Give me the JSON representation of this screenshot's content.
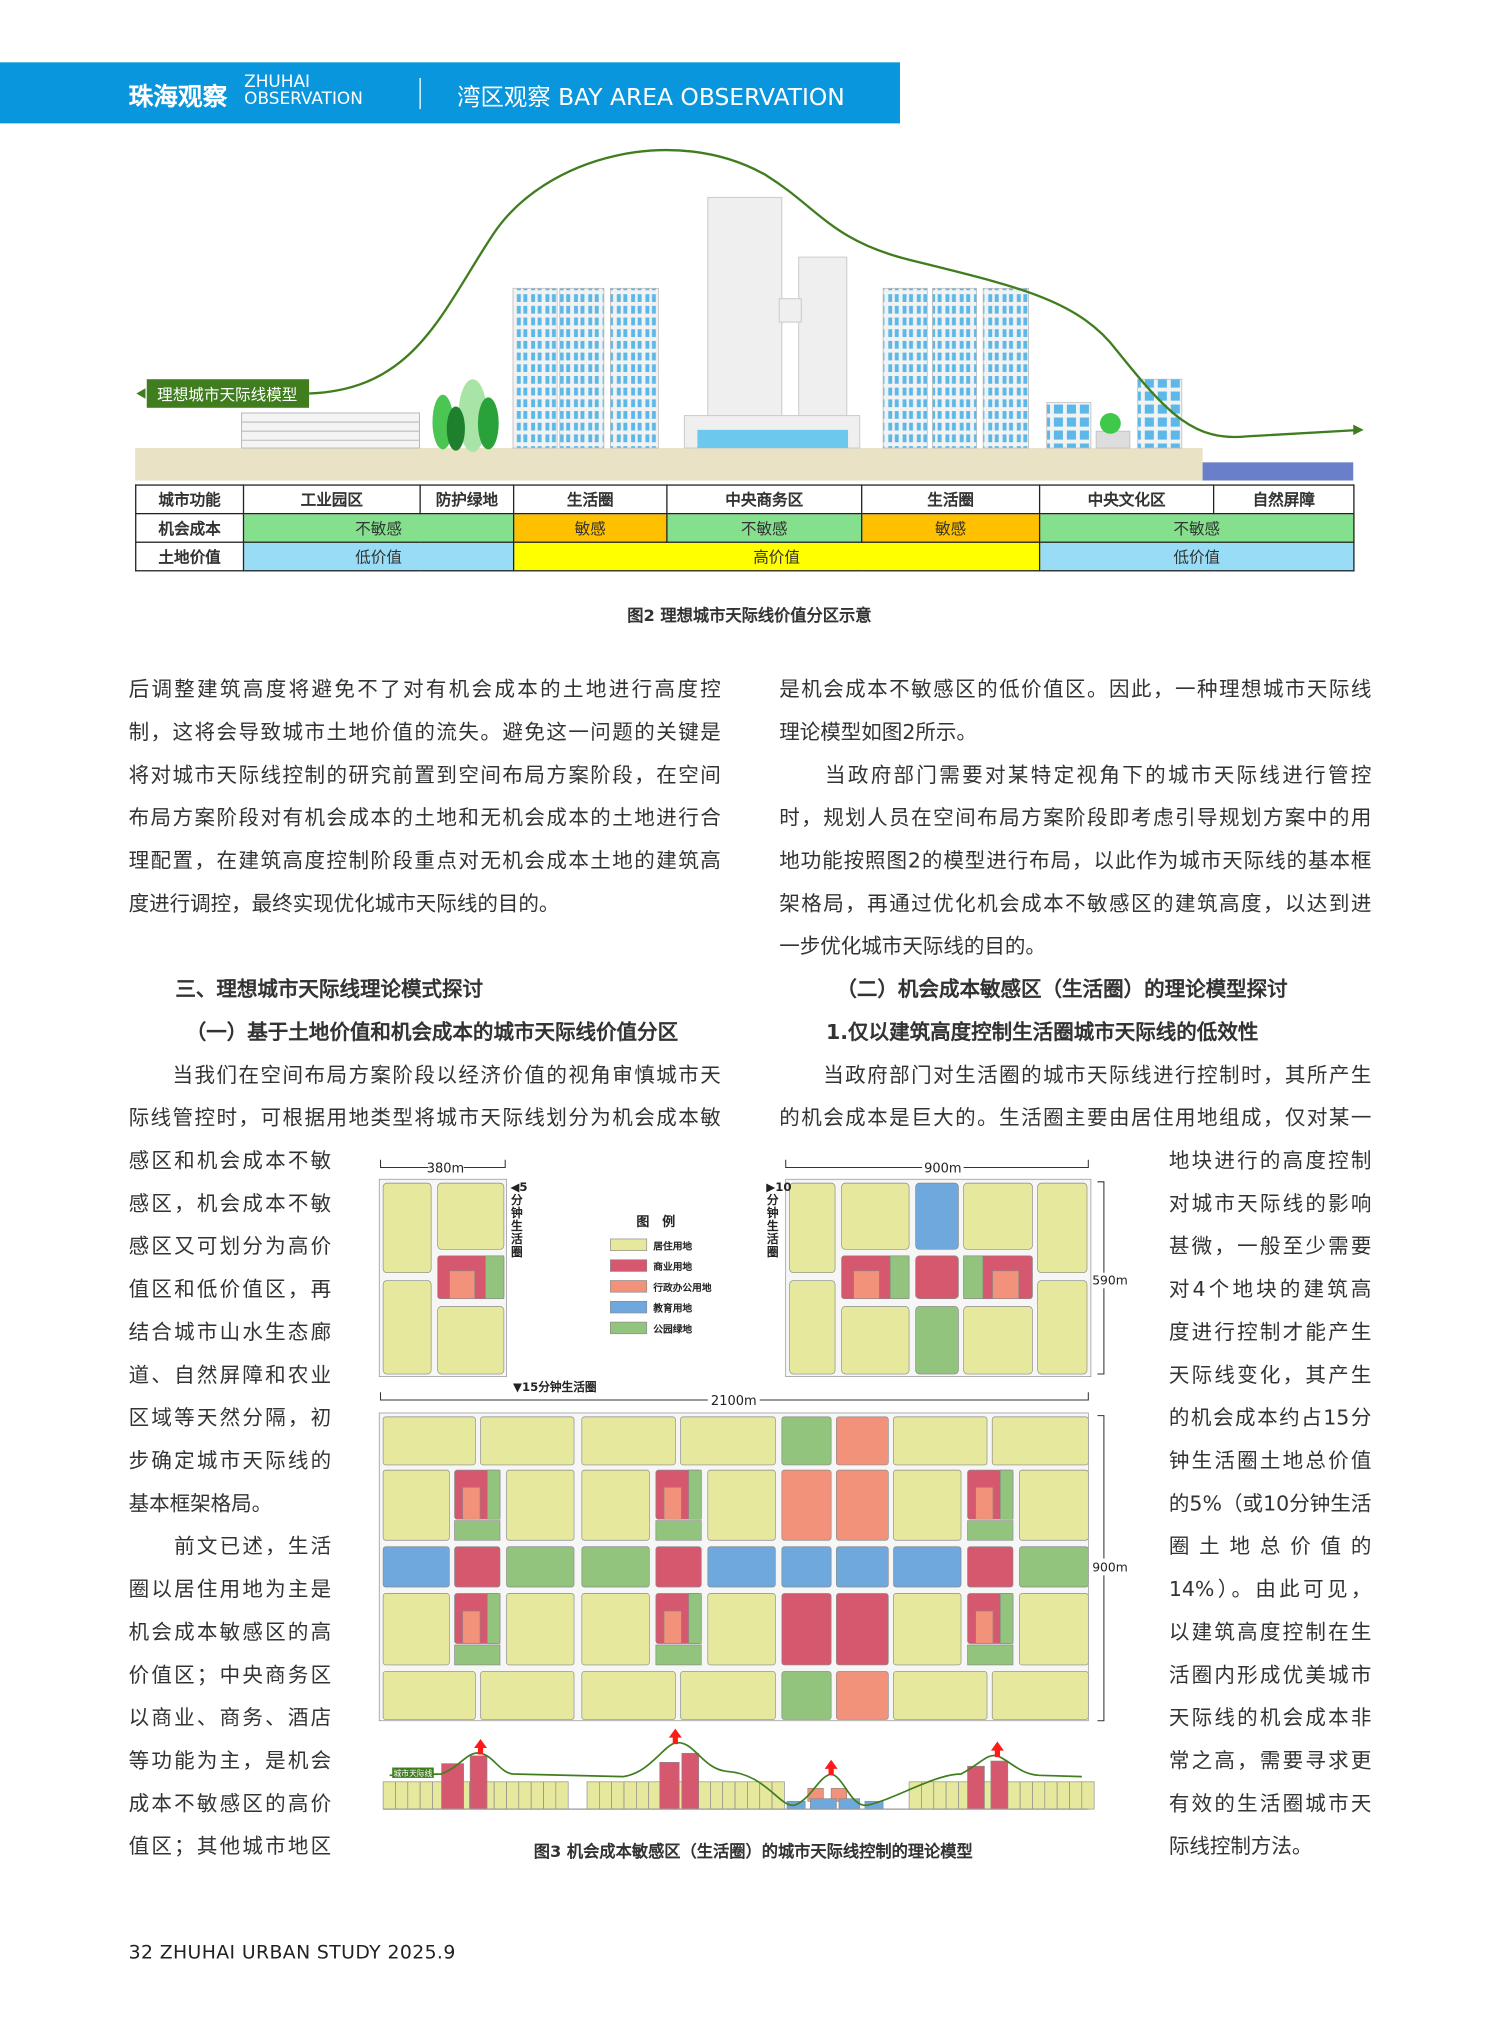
{
  "header": {
    "brand_cn": "珠海观察",
    "brand_en_1": "ZHUHAI",
    "brand_en_2": "OBSERVATION",
    "section": "湾区观察 BAY AREA OBSERVATION"
  },
  "fig2": {
    "curve_label": "理想城市天际线模型",
    "row_functions": {
      "head": "城市功能",
      "cells": [
        "工业园区",
        "防护绿地",
        "生活圈",
        "中央商务区",
        "生活圈",
        "中央文化区",
        "自然屏障"
      ]
    },
    "row_cost": {
      "head": "机会成本",
      "cells": [
        "不敏感",
        "敏感",
        "不敏感",
        "敏感",
        "不敏感"
      ]
    },
    "row_value": {
      "head": "土地价值",
      "cells": [
        "低价值",
        "高价值",
        "低价值"
      ]
    },
    "colors": {
      "insensitive": "#85e08d",
      "sensitive": "#ffc000",
      "low": "#99dcf5",
      "high": "#ffff00",
      "ground": "#e9e2c5",
      "water": "#6a7fca",
      "curve": "#3f7d1e"
    },
    "caption": "图2 理想城市天际线价值分区示意"
  },
  "fig3": {
    "dim_380": "380m",
    "dim_900_top": "900m",
    "dim_590": "590m",
    "dim_2100": "2100m",
    "dim_900_side": "900m",
    "circle_5": "◀5分钟生活圈",
    "circle_10": "▶10分钟生活圈",
    "circle_15": "▼15分钟生活圈",
    "legend_title": "图　例",
    "legend": [
      {
        "label": "居住用地",
        "color": "#e6e89e"
      },
      {
        "label": "商业用地",
        "color": "#d6586f"
      },
      {
        "label": "行政办公用地",
        "color": "#f3927a"
      },
      {
        "label": "教育用地",
        "color": "#6fa8dc"
      },
      {
        "label": "公园绿地",
        "color": "#93c47d"
      }
    ],
    "skyline_label": "城市天际线",
    "caption": "图3 机会成本敏感区（生活圈）的城市天际线控制的理论模型"
  },
  "body": {
    "left_top": [
      "后调整建筑高度将避免不了对有机会成本的土地进行高度控",
      "制，这将会导致城市土地价值的流失。避免这一问题的关键是",
      "将对城市天际线控制的研究前置到空间布局方案阶段，在空间",
      "布局方案阶段对有机会成本的土地和无机会成本的土地进行合",
      "理配置，在建筑高度控制阶段重点对无机会成本土地的建筑高",
      "度进行调控，最终实现优化城市天际线的目的。"
    ],
    "left_heading": "三、理想城市天际线理论模式探讨",
    "left_subheading": "（一）基于土地价值和机会成本的城市天际线价值分区",
    "left_para": [
      "　　当我们在空间布局方案阶段以经济价值的视角审慎城市天",
      "际线管控时，可根据用地类型将城市天际线划分为机会成本敏"
    ],
    "left_narrow": [
      "感区和机会成本不敏",
      "感区，机会成本不敏",
      "感区又可划分为高价",
      "值区和低价值区，再",
      "结合城市山水生态廊",
      "道、自然屏障和农业",
      "区域等天然分隔，初",
      "步确定城市天际线的",
      "基本框架格局。",
      "　　前文已述，生活",
      "圈以居住用地为主是",
      "机会成本敏感区的高",
      "价值区；中央商务区",
      "以商业、商务、酒店",
      "等功能为主，是机会",
      "成本不敏感区的高价",
      "值区；其他城市地区"
    ],
    "right_top": [
      "是机会成本不敏感区的低价值区。因此，一种理想城市天际线",
      "理论模型如图2所示。",
      "　　当政府部门需要对某特定视角下的城市天际线进行管控",
      "时，规划人员在空间布局方案阶段即考虑引导规划方案中的用",
      "地功能按照图2的模型进行布局，以此作为城市天际线的基本框",
      "架格局，再通过优化机会成本不敏感区的建筑高度，以达到进",
      "一步优化城市天际线的目的。"
    ],
    "right_heading": "（二）机会成本敏感区（生活圈）的理论模型探讨",
    "right_subheading": "1.仅以建筑高度控制生活圈城市天际线的低效性",
    "right_para": [
      "　　当政府部门对生活圈的城市天际线进行控制时，其所产生",
      "的机会成本是巨大的。生活圈主要由居住用地组成，仅对某一"
    ],
    "right_narrow": [
      "地块进行的高度控制",
      "对城市天际线的影响",
      "甚微，一般至少需要",
      "对4个地块的建筑高",
      "度进行控制才能产生",
      "天际线变化，其产生",
      "的机会成本约占15分",
      "钟生活圈土地总价值",
      "的5%（或10分钟生活",
      "圈土地总价值的",
      "14%）。由此可见，",
      "以建筑高度控制在生",
      "活圈内形成优美城市",
      "天际线的机会成本非",
      "常之高，需要寻求更",
      "有效的生活圈城市天",
      "际线控制方法。"
    ]
  },
  "footer": {
    "text": "32 ZHUHAI URBAN STUDY  2025.9"
  }
}
